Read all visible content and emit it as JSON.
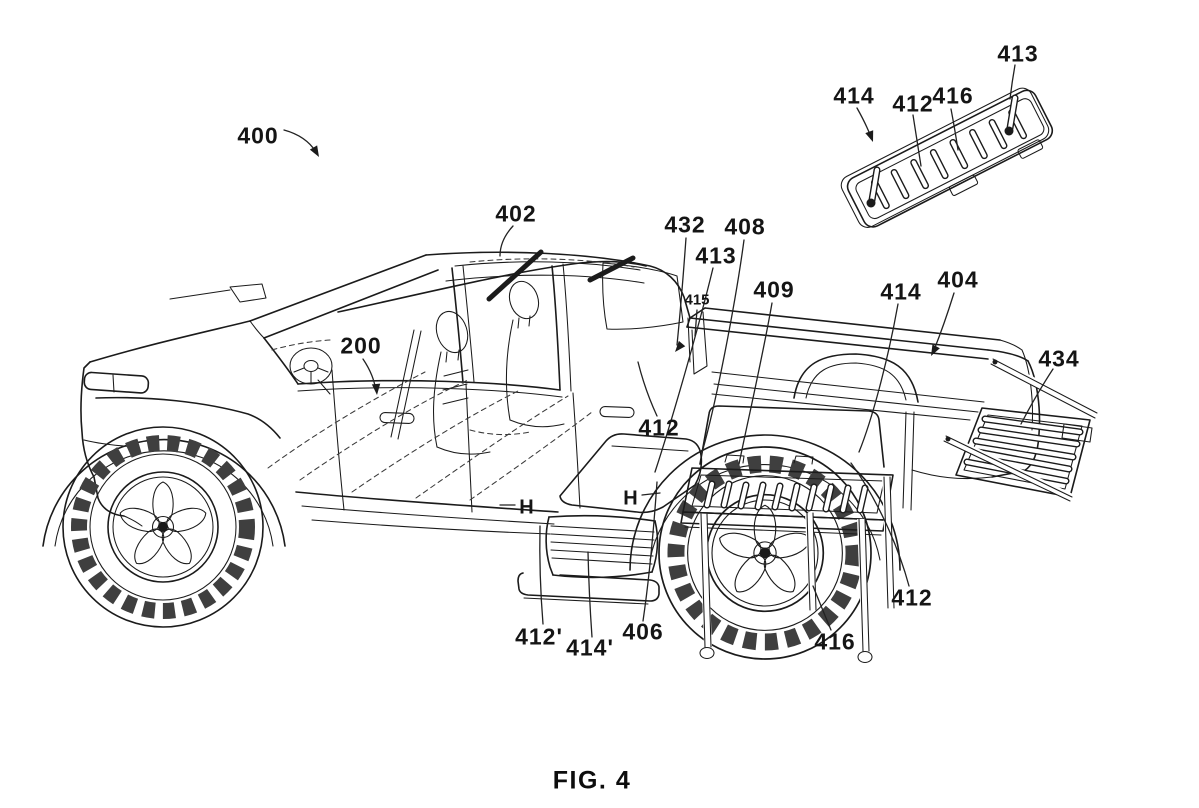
{
  "figure": {
    "caption": "FIG. 4"
  },
  "labels": {
    "r400": "400",
    "r402": "402",
    "r200": "200",
    "r432": "432",
    "r413_mid": "413",
    "r408": "408",
    "r409": "409",
    "r415": "415",
    "r414_mid": "414",
    "r404": "404",
    "r434": "434",
    "r412_mid": "412",
    "r412_prime": "412'",
    "r414_prime": "414'",
    "r406": "406",
    "r416_lower": "416",
    "r412_rear": "412",
    "r414_top": "414",
    "r412_top": "412",
    "r416_top": "416",
    "r413_top": "413",
    "section_left": "H",
    "section_right": "H"
  }
}
